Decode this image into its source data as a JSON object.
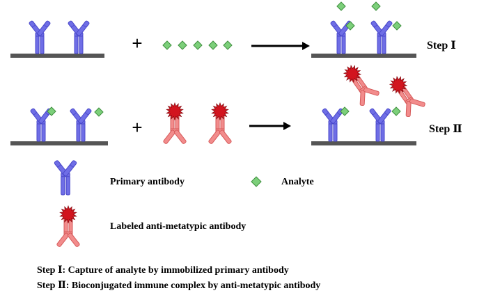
{
  "colors": {
    "primary_antibody": "#6f6ee6",
    "primary_antibody_edge": "#4b4acb",
    "analyte": "#7ccf7a",
    "analyte_edge": "#3e8f3e",
    "labeled_antibody": "#f28c8c",
    "labeled_antibody_edge": "#d65a5a",
    "label_star": "#d2141e",
    "surface": "#555555",
    "arrow": "#000000"
  },
  "icons": {
    "plus": "+",
    "arrow": "right-arrow-icon"
  },
  "steps": [
    {
      "id": "step-1",
      "label": "Step Ⅰ",
      "reactants": [
        "primary-antibody-surface",
        "analyte"
      ],
      "product": "primary-antibody-bound-analyte"
    },
    {
      "id": "step-2",
      "label": "Step Ⅱ",
      "reactants": [
        "primary-antibody-bound-analyte",
        "labeled-anti-metatypic-antibody"
      ],
      "product": "bioconjugated-immune-complex"
    }
  ],
  "legend": {
    "primary_antibody": "Primary antibody",
    "analyte": "Analyte",
    "labeled_antibody": "Labeled anti-metatypic antibody"
  },
  "descriptions": {
    "step_1": "Step Ⅰ: Capture of analyte by immobilized primary antibody",
    "step_2": "Step Ⅱ: Bioconjugated immune complex by anti-metatypic antibody"
  }
}
